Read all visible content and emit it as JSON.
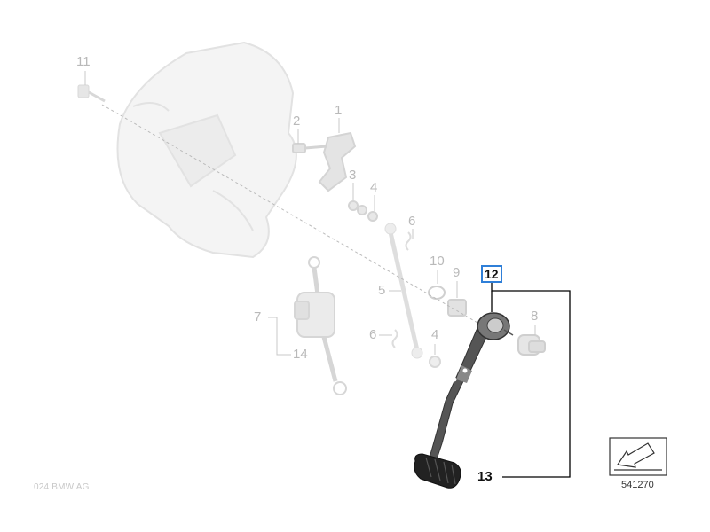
{
  "callouts": {
    "c1": "1",
    "c2": "2",
    "c3": "3",
    "c4a": "4",
    "c4b": "4",
    "c5": "5",
    "c6a": "6",
    "c6b": "6",
    "c7": "7",
    "c8": "8",
    "c9": "9",
    "c10": "10",
    "c11": "11",
    "c12": "12",
    "c13": "13",
    "c14": "14"
  },
  "copyright": "024 BMW AG",
  "diagram_code": "541270",
  "colors": {
    "highlight_box": "#2f7fd8",
    "faded_part": "#d6d6d6",
    "active_part": "#333333",
    "leader_line": "#000000"
  }
}
